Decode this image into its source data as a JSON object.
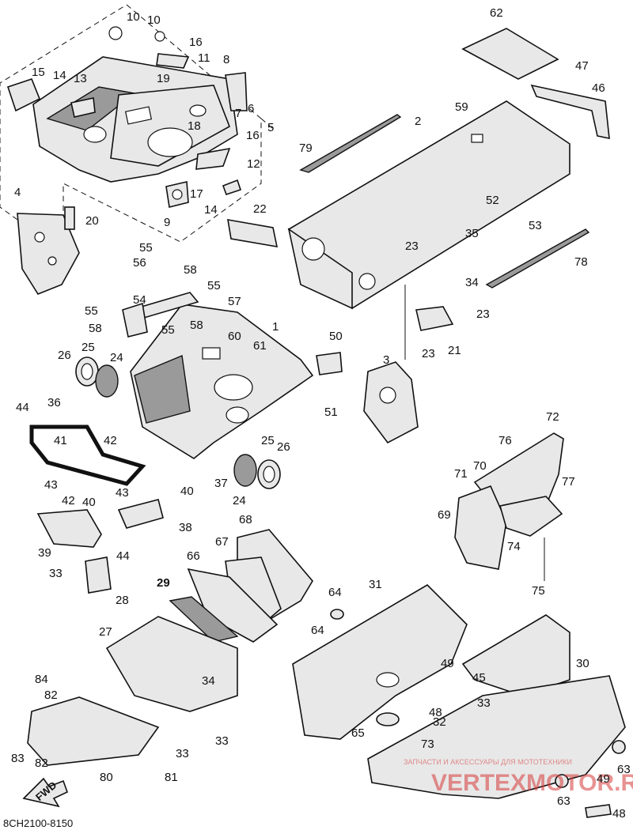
{
  "diagram": {
    "code": "8CH2100-8150",
    "fwd_label": "FWD",
    "watermark_small": "ЗАПЧАСТИ И АКСЕССУАРЫ ДЛЯ МОТОТЕХНИКИ",
    "watermark_large": "VERTEXMOTOR.RU",
    "callouts": [
      {
        "n": "62"
      },
      {
        "n": "47"
      },
      {
        "n": "46"
      },
      {
        "n": "59"
      },
      {
        "n": "2"
      },
      {
        "n": "79"
      },
      {
        "n": "10"
      },
      {
        "n": "10"
      },
      {
        "n": "16"
      },
      {
        "n": "11"
      },
      {
        "n": "8"
      },
      {
        "n": "15"
      },
      {
        "n": "14"
      },
      {
        "n": "13"
      },
      {
        "n": "19"
      },
      {
        "n": "6"
      },
      {
        "n": "7"
      },
      {
        "n": "18"
      },
      {
        "n": "5"
      },
      {
        "n": "16"
      },
      {
        "n": "12"
      },
      {
        "n": "17"
      },
      {
        "n": "14"
      },
      {
        "n": "9"
      },
      {
        "n": "4"
      },
      {
        "n": "20"
      },
      {
        "n": "22"
      },
      {
        "n": "52"
      },
      {
        "n": "53"
      },
      {
        "n": "23"
      },
      {
        "n": "35"
      },
      {
        "n": "78"
      },
      {
        "n": "34"
      },
      {
        "n": "23"
      },
      {
        "n": "23"
      },
      {
        "n": "21"
      },
      {
        "n": "55"
      },
      {
        "n": "56"
      },
      {
        "n": "58"
      },
      {
        "n": "55"
      },
      {
        "n": "55"
      },
      {
        "n": "54"
      },
      {
        "n": "57"
      },
      {
        "n": "58"
      },
      {
        "n": "55"
      },
      {
        "n": "58"
      },
      {
        "n": "1"
      },
      {
        "n": "60"
      },
      {
        "n": "61"
      },
      {
        "n": "50"
      },
      {
        "n": "3"
      },
      {
        "n": "26"
      },
      {
        "n": "25"
      },
      {
        "n": "24"
      },
      {
        "n": "51"
      },
      {
        "n": "44"
      },
      {
        "n": "36"
      },
      {
        "n": "41"
      },
      {
        "n": "42"
      },
      {
        "n": "43"
      },
      {
        "n": "43"
      },
      {
        "n": "42"
      },
      {
        "n": "40"
      },
      {
        "n": "40"
      },
      {
        "n": "25"
      },
      {
        "n": "26"
      },
      {
        "n": "37"
      },
      {
        "n": "24"
      },
      {
        "n": "38"
      },
      {
        "n": "39"
      },
      {
        "n": "44"
      },
      {
        "n": "33"
      },
      {
        "n": "28"
      },
      {
        "n": "72"
      },
      {
        "n": "76"
      },
      {
        "n": "71"
      },
      {
        "n": "70"
      },
      {
        "n": "77"
      },
      {
        "n": "69"
      },
      {
        "n": "74"
      },
      {
        "n": "68"
      },
      {
        "n": "67"
      },
      {
        "n": "66"
      },
      {
        "n": "29"
      },
      {
        "n": "64"
      },
      {
        "n": "31"
      },
      {
        "n": "75"
      },
      {
        "n": "27"
      },
      {
        "n": "64"
      },
      {
        "n": "34"
      },
      {
        "n": "49"
      },
      {
        "n": "30"
      },
      {
        "n": "84"
      },
      {
        "n": "82"
      },
      {
        "n": "45"
      },
      {
        "n": "33"
      },
      {
        "n": "48"
      },
      {
        "n": "32"
      },
      {
        "n": "83"
      },
      {
        "n": "82"
      },
      {
        "n": "33"
      },
      {
        "n": "33"
      },
      {
        "n": "65"
      },
      {
        "n": "73"
      },
      {
        "n": "63"
      },
      {
        "n": "80"
      },
      {
        "n": "81"
      },
      {
        "n": "63"
      },
      {
        "n": "49"
      },
      {
        "n": "48"
      }
    ]
  }
}
